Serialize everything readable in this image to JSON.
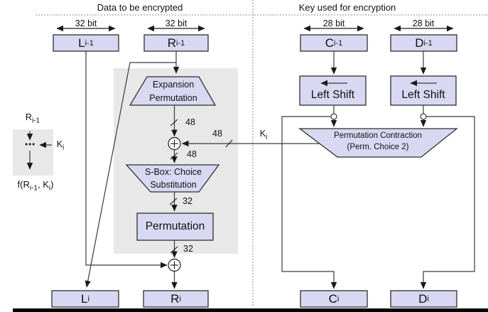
{
  "headers": {
    "left": "Data to be encrypted",
    "right": "Key used for encryption"
  },
  "bit_widths": {
    "l": "32 bit",
    "r": "32 bit",
    "c": "28 bit",
    "d": "28 bit"
  },
  "registers": {
    "l_prev": {
      "main": "L",
      "sub": "i-1"
    },
    "r_prev": {
      "main": "R",
      "sub": "i-1"
    },
    "c_prev": {
      "main": "C",
      "sub": "i-1"
    },
    "d_prev": {
      "main": "D",
      "sub": "i-1"
    },
    "l_cur": {
      "main": "L",
      "sub": "i"
    },
    "r_cur": {
      "main": "R",
      "sub": "i"
    },
    "c_cur": {
      "main": "C",
      "sub": "i"
    },
    "d_cur": {
      "main": "D",
      "sub": "i"
    }
  },
  "blocks": {
    "expansion": {
      "line1": "Expansion",
      "line2": "Permutation"
    },
    "sbox": {
      "line1": "S-Box: Choice",
      "line2": "Substitution"
    },
    "permutation": {
      "label": "Permutation"
    },
    "left_shift_c": {
      "label": "Left Shift"
    },
    "left_shift_d": {
      "label": "Left Shift"
    },
    "perm_contraction": {
      "line1": "Permutation Contraction",
      "line2": "(Perm. Choice 2)"
    }
  },
  "wire_labels": {
    "expansion_out": "48",
    "subkey_width": "48",
    "xor_to_sbox": "48",
    "sbox_out": "32",
    "permutation_out": "32",
    "subkey_name": {
      "main": "K",
      "sub": "i"
    }
  },
  "legend": {
    "input": {
      "main": "R",
      "sub": "i-1"
    },
    "dots": "⋯",
    "key": {
      "main": "K",
      "sub": "i"
    },
    "output": {
      "p1": "f(R",
      "s1": "i-1",
      "p2": ", K",
      "s2": "i",
      "p3": ")"
    }
  },
  "colors": {
    "box_fill": "#d8d8f2",
    "box_border": "#2f2f2f",
    "panel": "#e8e8e8",
    "wire": "#3a3a3a",
    "divider": "#8a8a8a",
    "bottom_bar": "#000000"
  }
}
